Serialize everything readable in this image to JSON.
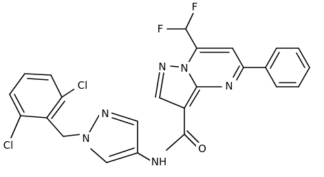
{
  "molecule": {
    "atoms": {
      "f1": "F",
      "f2": "F",
      "n1": "N",
      "n2": "N",
      "n3": "N",
      "n4": "N",
      "n5": "N",
      "nh": "NH",
      "o": "O",
      "cl1": "Cl",
      "cl2": "Cl"
    }
  }
}
